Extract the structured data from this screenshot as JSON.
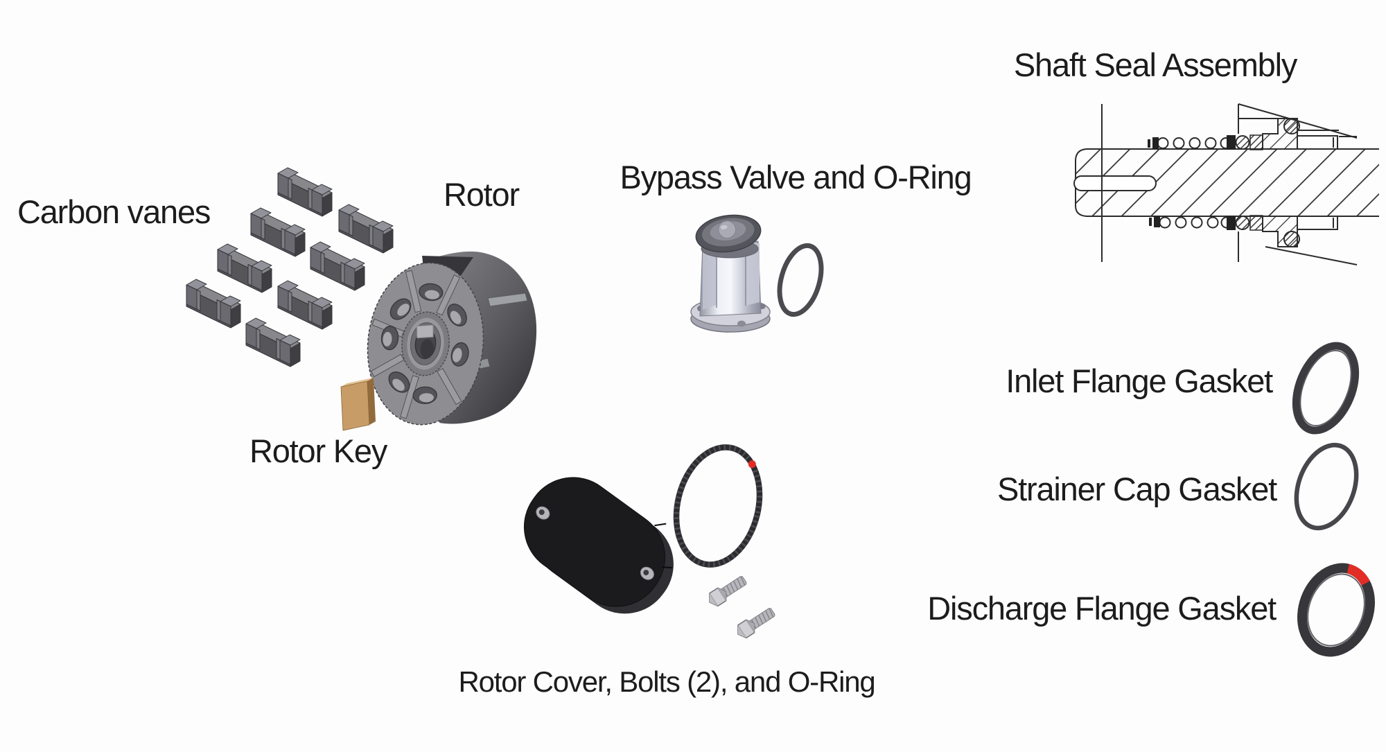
{
  "labels": {
    "carbon_vanes": "Carbon vanes",
    "rotor": "Rotor",
    "rotor_key": "Rotor Key",
    "bypass_valve_oring": "Bypass Valve and O-Ring",
    "shaft_seal_assembly": "Shaft Seal Assembly",
    "inlet_flange_gasket": "Inlet Flange Gasket",
    "strainer_cap_gasket": "Strainer Cap Gasket",
    "discharge_flange_gasket": "Discharge Flange Gasket",
    "rotor_cover_bolts_oring": "Rotor Cover, Bolts (2), and O-Ring"
  },
  "parts": [
    {
      "id": "carbon-vanes",
      "label": "Carbon vanes",
      "quantity": 8
    },
    {
      "id": "rotor",
      "label": "Rotor",
      "quantity": 1
    },
    {
      "id": "rotor-key",
      "label": "Rotor Key",
      "quantity": 1
    },
    {
      "id": "bypass-valve-and-o-ring",
      "label": "Bypass Valve and O-Ring",
      "quantity": 1
    },
    {
      "id": "shaft-seal-assembly",
      "label": "Shaft Seal Assembly",
      "quantity": 1
    },
    {
      "id": "inlet-flange-gasket",
      "label": "Inlet Flange Gasket",
      "quantity": 1
    },
    {
      "id": "strainer-cap-gasket",
      "label": "Strainer Cap Gasket",
      "quantity": 1
    },
    {
      "id": "discharge-flange-gasket",
      "label": "Discharge Flange Gasket",
      "quantity": 1
    },
    {
      "id": "rotor-cover-bolts-o-ring",
      "label": "Rotor Cover, Bolts (2), and O-Ring",
      "bolt_quantity": 2
    }
  ],
  "colors": {
    "background": "#fdfdfd",
    "text": "#1c1c1c",
    "vane_gray": "#55555a",
    "rotor_face_gray": "#8e8e92",
    "rotor_body_dark": "#2e2e32",
    "key_tan": "#c79c67",
    "valve_silver": "#f6f7fc",
    "oring_dark_gray": "#4a4a4f",
    "gasket_dark": "#36363b",
    "red_marker": "#e22d26",
    "cover_black": "#1b1b1d",
    "bolt_gray": "#cfcfd4",
    "line_art": "#2b2b2b"
  }
}
